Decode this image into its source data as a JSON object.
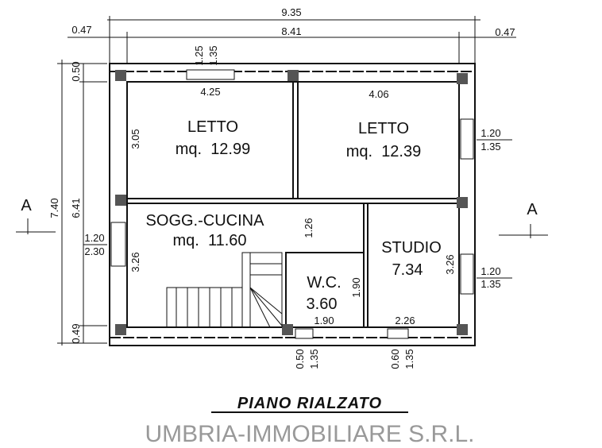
{
  "title": "PIANO RIALZATO",
  "watermark": "UMBRIA-IMMOBILIARE S.R.L.",
  "section_marks": {
    "left": "A",
    "right": "A"
  },
  "dimensions": {
    "total_width": "9.35",
    "inner_width": "8.41",
    "left_wall": "0.47",
    "right_wall": "0.47",
    "top_window_w": "1.25",
    "top_window_h": "1.35",
    "top_wall": "0.50",
    "total_height": "7.40",
    "inner_height": "6.41",
    "bottom_wall": "0.49",
    "left_window_w": "1.20",
    "left_window_h": "2.30",
    "right_top_window_w": "1.20",
    "right_top_window_h": "1.35",
    "right_bottom_window_w": "1.20",
    "right_bottom_window_h": "1.35",
    "bottom_window1_w": "0.50",
    "bottom_window1_h": "1.35",
    "bottom_window2_w": "0.60",
    "bottom_window2_h": "1.35"
  },
  "rooms": [
    {
      "name": "LETTO",
      "area": "mq.  12.99",
      "width": "4.25",
      "depth": "3.05"
    },
    {
      "name": "LETTO",
      "area": "mq.  12.39",
      "width": "4.06"
    },
    {
      "name": "SOGG.-CUCINA",
      "area": "mq.  11.60",
      "depth": "3.26",
      "corridor": "1.26"
    },
    {
      "name": "STUDIO",
      "area": "7.34",
      "width": "2.26",
      "depth": "3.26"
    },
    {
      "name": "W.C.",
      "area": "3.60",
      "width": "1.90",
      "depth": "1.90"
    }
  ]
}
